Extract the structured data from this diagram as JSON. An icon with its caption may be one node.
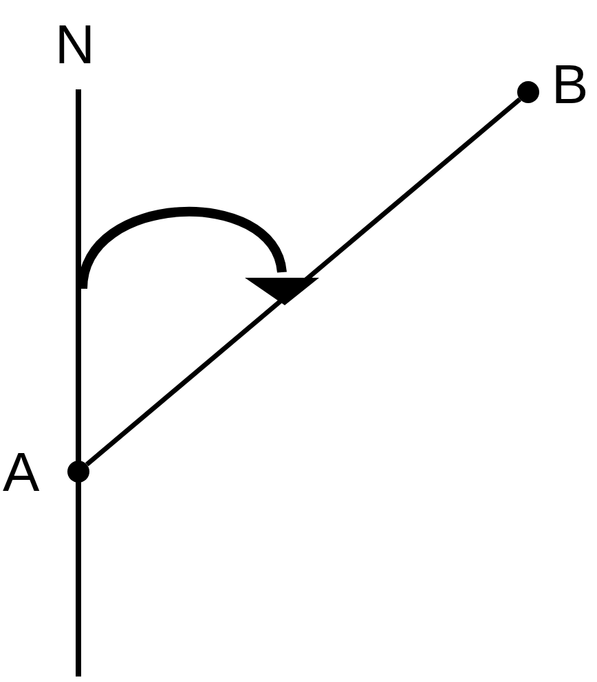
{
  "diagram": {
    "nodes": [
      {
        "text": [],
        "shape": "circle",
        "beside": [
          "A"
        ]
      },
      {
        "text": [],
        "shape": "circle",
        "beside": [
          "B"
        ]
      }
    ],
    "edges": [
      {
        "from": 0,
        "to": 1,
        "arrow": "none"
      }
    ],
    "labels": [
      "N"
    ]
  }
}
